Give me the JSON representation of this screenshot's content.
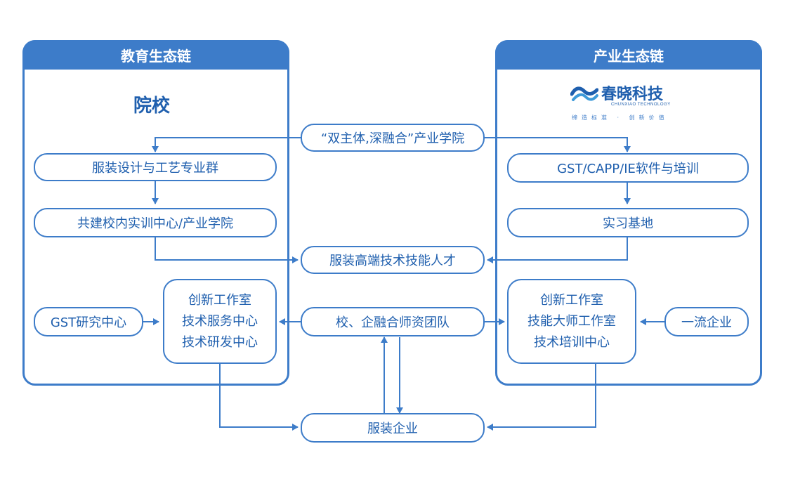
{
  "panels": {
    "education": {
      "title": "教育生态链",
      "subtitle": "院校"
    },
    "industry": {
      "title": "产业生态链"
    }
  },
  "logo": {
    "name": "春晓科技",
    "english": "CHUNXIAO TECHNOLOGY",
    "slogan": "缔造标准 · 创新价值"
  },
  "nodes": {
    "dual_subject": "“双主体,深融合”产业学院",
    "garment_design_group": "服装设计与工艺专业群",
    "training_center": "共建校内实训中心/产业学院",
    "high_end_talent": "服装高端技术技能人才",
    "gst_research": "GST研究中心",
    "school_studio": [
      "创新工作室",
      "技术服务中心",
      "技术研发中心"
    ],
    "teacher_team": "校、企融合师资团队",
    "software_training": "GST/CAPP/IE软件与培训",
    "internship_base": "实习基地",
    "enterprise_studio": [
      "创新工作室",
      "技能大师工作室",
      "技术培训中心"
    ],
    "top_enterprise": "一流企业",
    "garment_enterprise": "服装企业"
  },
  "colors": {
    "primary": "#3d7cc9",
    "text": "#1f5fae"
  }
}
